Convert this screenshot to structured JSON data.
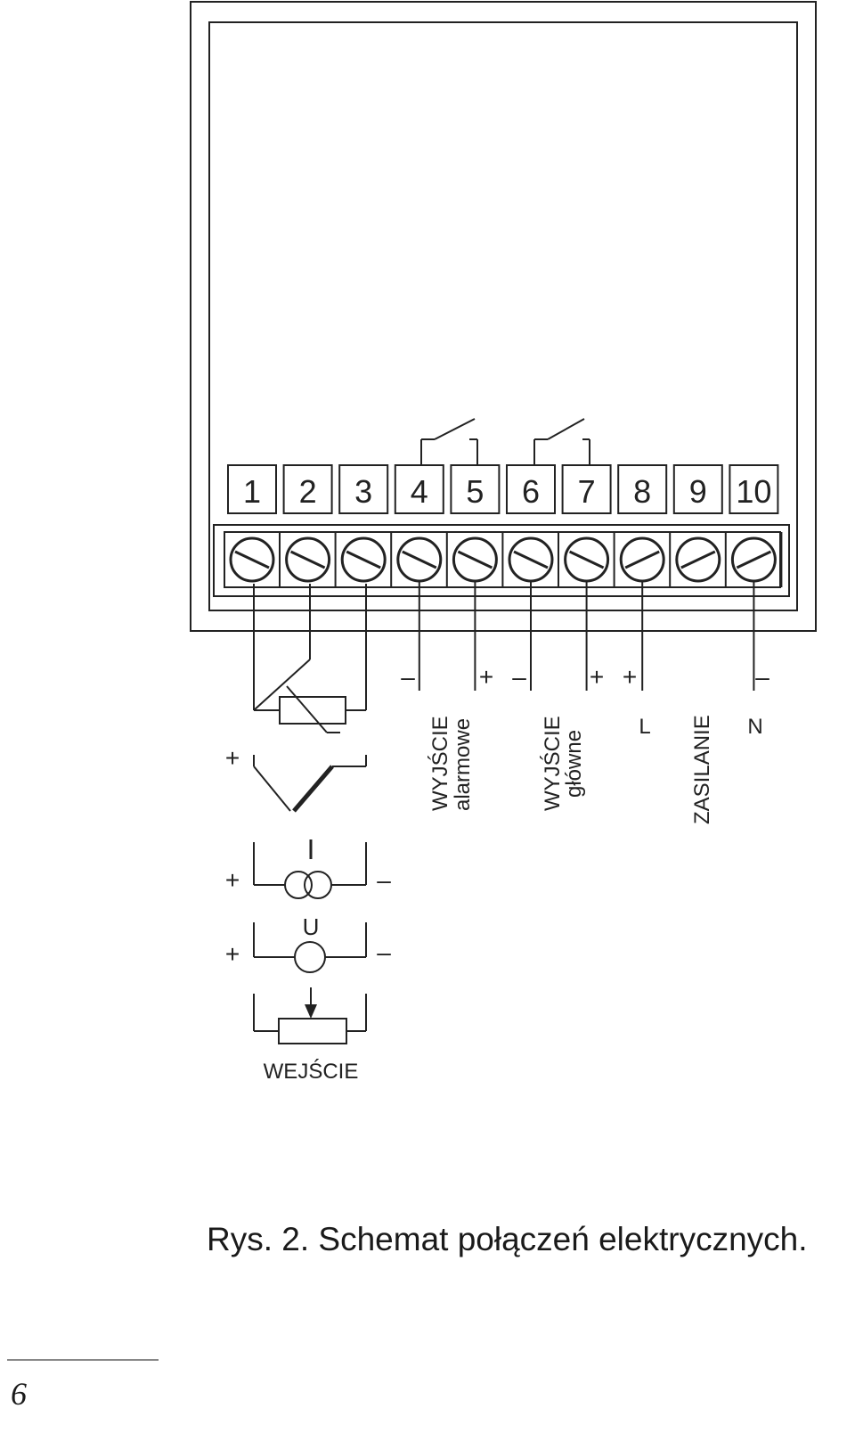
{
  "diagram": {
    "terminals": [
      "1",
      "2",
      "3",
      "4",
      "5",
      "6",
      "7",
      "8",
      "9",
      "10"
    ],
    "polarity": {
      "t4": "–",
      "t5": "+",
      "t6": "–",
      "t7": "+",
      "t8": "+",
      "t10": "–"
    },
    "output_alarm": {
      "line1": "WYJŚCIE",
      "line2": "alarmowe"
    },
    "output_main": {
      "line1": "WYJŚCIE",
      "line2": "główne"
    },
    "power": {
      "label": "ZASILANIE",
      "L": "L",
      "N": "N"
    },
    "input": {
      "label": "WEJŚCIE",
      "thermocouple_plus": "+",
      "current_plus": "+",
      "current_minus": "–",
      "current_symbol": "I",
      "voltage_plus": "+",
      "voltage_minus": "–",
      "voltage_symbol": "U"
    },
    "colors": {
      "line": "#222222",
      "background": "#ffffff"
    }
  },
  "caption": "Rys. 2. Schemat połączeń elektrycznych.",
  "page_number": "6"
}
